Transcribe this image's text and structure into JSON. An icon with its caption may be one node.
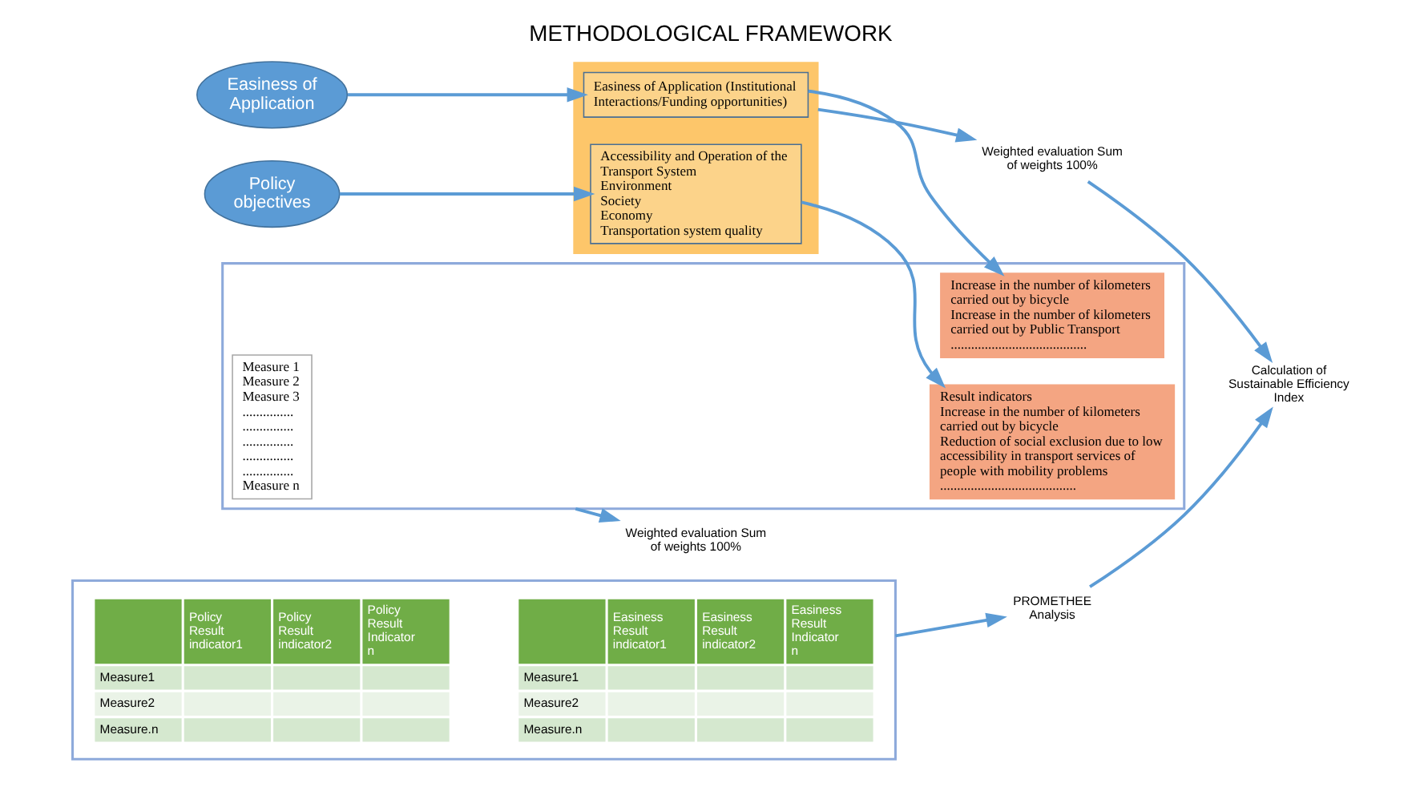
{
  "diagram": {
    "title": "METHODOLOGICAL FRAMEWORK",
    "nodes": [
      {
        "text": [
          "Policy objectives"
        ]
      },
      {
        "text": [
          "Easiness of Application"
        ]
      },
      {
        "text": [],
        "shape": "box"
      },
      {
        "text": [
          "Accessibility and Operation of the Transport System",
          "Environment",
          "Society",
          "Economy",
          "Transportation system quality"
        ],
        "in": 2
      },
      {
        "text": [
          "Easiness of Application (Institutional Interactions/Funding opportunities)"
        ],
        "in": 2
      },
      {
        "text": [
          "Weighted evaluation Sum of weights 100%"
        ]
      },
      {
        "text": [],
        "shape": "box"
      },
      {
        "text": [
          "Result indicators",
          "Increase in the number of kilometers carried out by bicycle",
          "Reduction of social exclusion due to low accessibility in transport services of people with mobility problems",
          "........................................"
        ],
        "in": 6
      },
      {
        "text": [
          "Increase in the number of kilometers carried out by bicycle",
          "Increase in the number of kilometers carried out by Public Transport",
          "........................................"
        ],
        "in": 6
      },
      {
        "text": [
          "Measure 1",
          "Measure 2",
          "Measure 3",
          "...............",
          "...............",
          "...............",
          "...............",
          "...............",
          "Measure n"
        ],
        "in": 6
      },
      {
        "text": [
          "Weighted evaluation Sum of weights 100%"
        ]
      },
      {
        "text": [],
        "shape": "box"
      },
      {
        "text": [
          "Policy Result indicator1",
          "Policy Result indicator2",
          "Policy Result Indicator n",
          "Measure1",
          "Measure2",
          "Measure.n"
        ],
        "in": 11
      },
      {
        "text": [
          "Easiness Result indicator1",
          "Easiness Result indicator2",
          "Easiness Result Indicator n",
          "Measure1",
          "Measure2",
          "Measure.n"
        ],
        "in": 11
      },
      {
        "text": [
          "PROMETHEE Analysis"
        ]
      },
      {
        "text": [
          "Calculation of Sustainable Efficiency Index"
        ]
      }
    ],
    "edges": [
      {
        "from": 0,
        "to": 3,
        "arrow": "to"
      },
      {
        "from": 1,
        "to": 4,
        "arrow": "to"
      },
      {
        "from": 3,
        "to": 7,
        "arrow": "to"
      },
      {
        "from": 4,
        "to": 8,
        "arrow": "to"
      },
      {
        "from": 2,
        "to": 5,
        "arrow": "to"
      },
      {
        "from": 6,
        "to": 10,
        "arrow": "to"
      },
      {
        "from": 11,
        "to": 14,
        "arrow": "to"
      },
      {
        "from": 5,
        "to": 15,
        "arrow": "to"
      },
      {
        "from": 14,
        "to": 15,
        "arrow": "to"
      }
    ]
  }
}
